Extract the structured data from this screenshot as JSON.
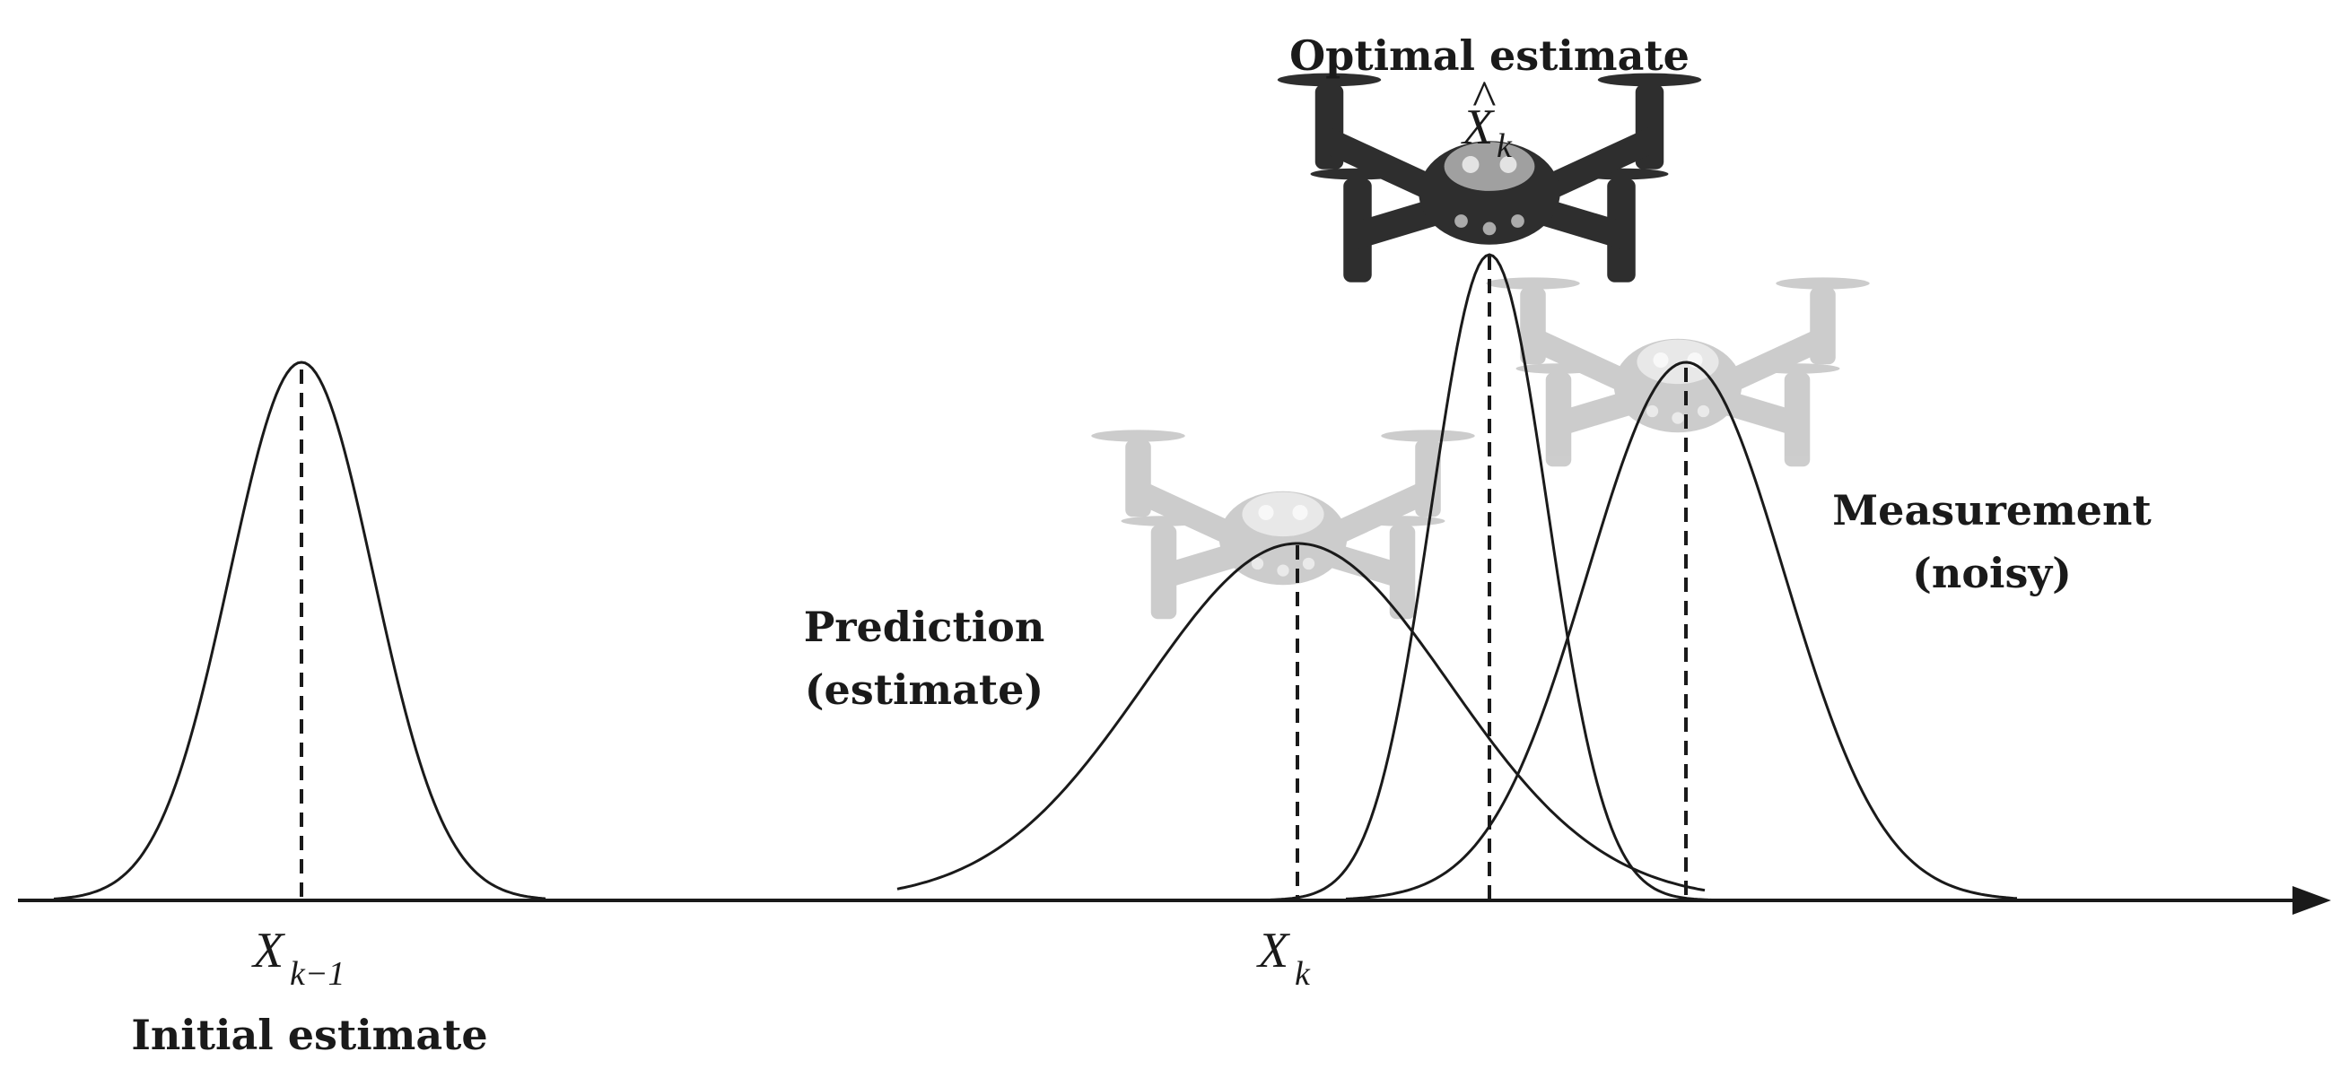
{
  "labels": {
    "optimal": "Optimal estimate",
    "prediction_line1": "Prediction",
    "prediction_line2": "(estimate)",
    "measurement_line1": "Measurement",
    "measurement_line2": "(noisy)",
    "initial": "Initial estimate"
  },
  "variables": {
    "x_prev": {
      "base": "X",
      "sub": "k−1"
    },
    "x_k": {
      "base": "X",
      "sub": "k"
    },
    "x_hat": {
      "base": "X",
      "sub": "k",
      "accent": "^"
    }
  },
  "colors": {
    "ink": "#1a1a1a",
    "drone_dark": "#2a2a2a",
    "drone_faded": "#bdbdbd",
    "background": "#ffffff"
  },
  "icons": {
    "drone": "quadcopter-drone-icon"
  }
}
